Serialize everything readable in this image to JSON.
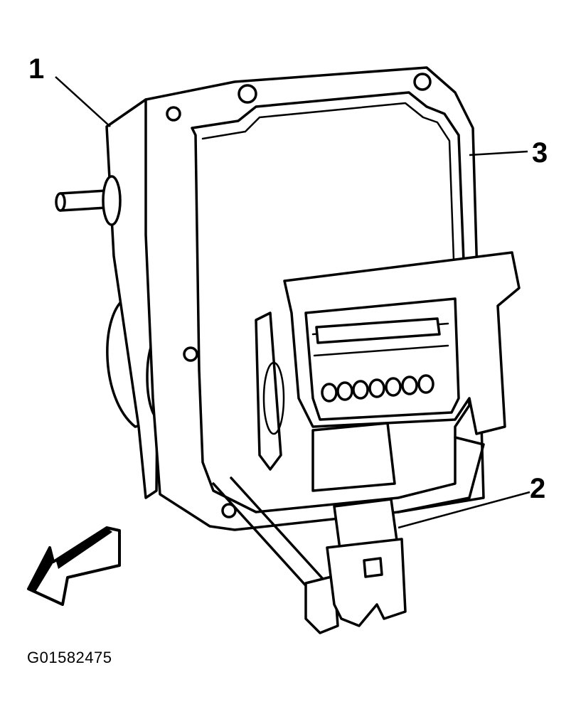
{
  "figure": {
    "id": "G01582475",
    "callouts": [
      {
        "label": "1"
      },
      {
        "label": "2"
      },
      {
        "label": "3"
      }
    ]
  }
}
